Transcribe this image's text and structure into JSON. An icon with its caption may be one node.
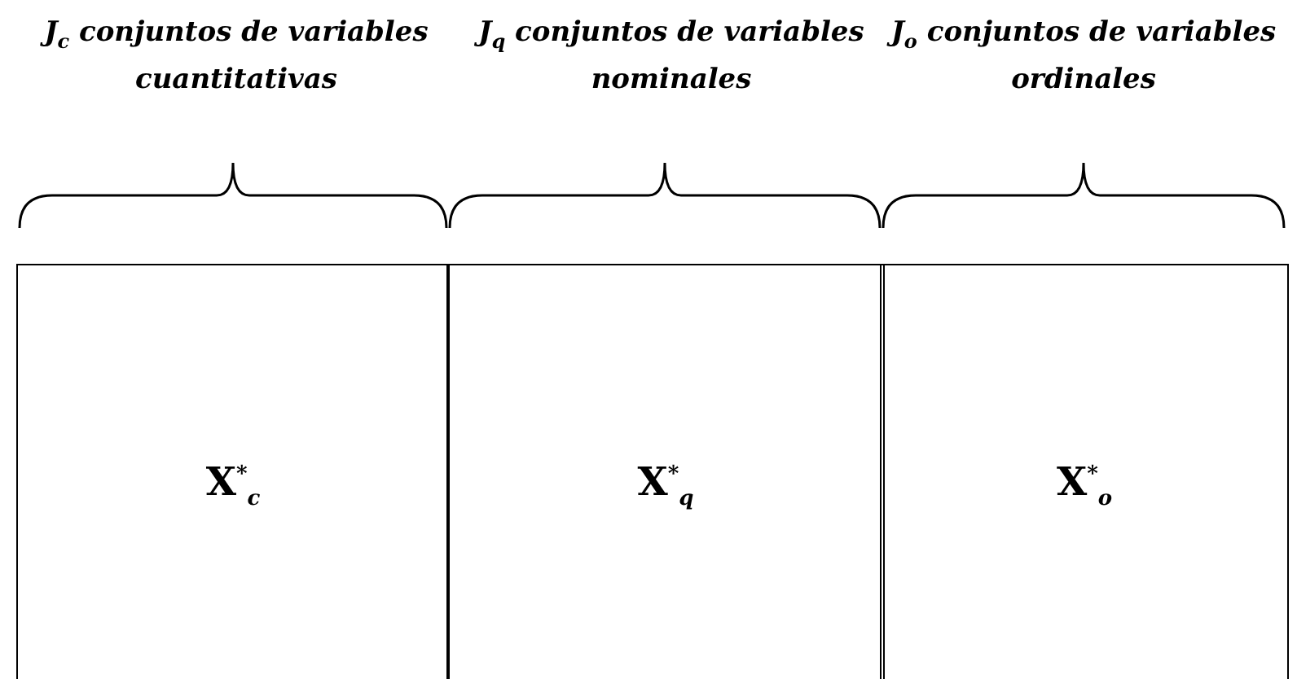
{
  "diagram": {
    "nodes": [
      {
        "text": [
          "X$^{*}$$_{c}$"
        ]
      },
      {
        "text": [
          "X$^{*}$$_{q}$"
        ]
      },
      {
        "text": [
          "X$^{*}$$_{o}$"
        ]
      }
    ],
    "labels": [
      "J$_{c}$ conjuntos de variables cuantitativas",
      "J$_{q}$ conjuntos de variables nominales",
      "J$_{o}$ conjuntos de variables ordinales"
    ]
  }
}
